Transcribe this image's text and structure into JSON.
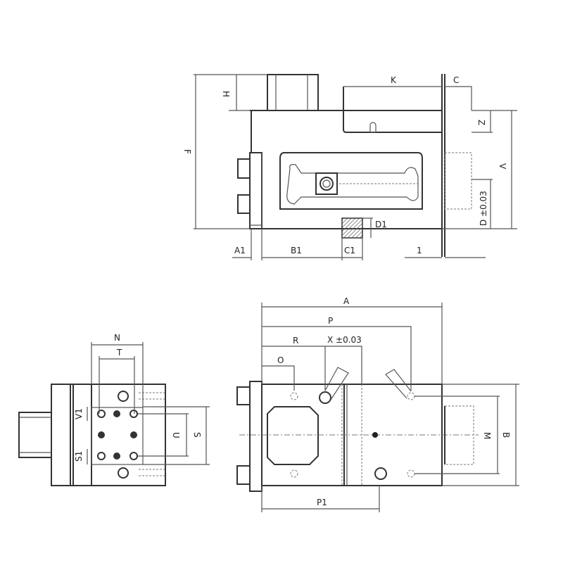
{
  "labels": {
    "H": "H",
    "F": "F",
    "K": "K",
    "C": "C",
    "Z": "Z",
    "V": "V",
    "D": "D ±0.03",
    "D1": "D1",
    "A1": "A1",
    "B1": "B1",
    "C1": "C1",
    "one": "1",
    "A": "A",
    "P": "P",
    "R": "R",
    "X": "X ±0.03",
    "O": "O",
    "M": "M",
    "B": "B",
    "P1": "P1",
    "N": "N",
    "T": "T",
    "V1": "V1",
    "S1": "S1",
    "U": "U",
    "S": "S"
  }
}
